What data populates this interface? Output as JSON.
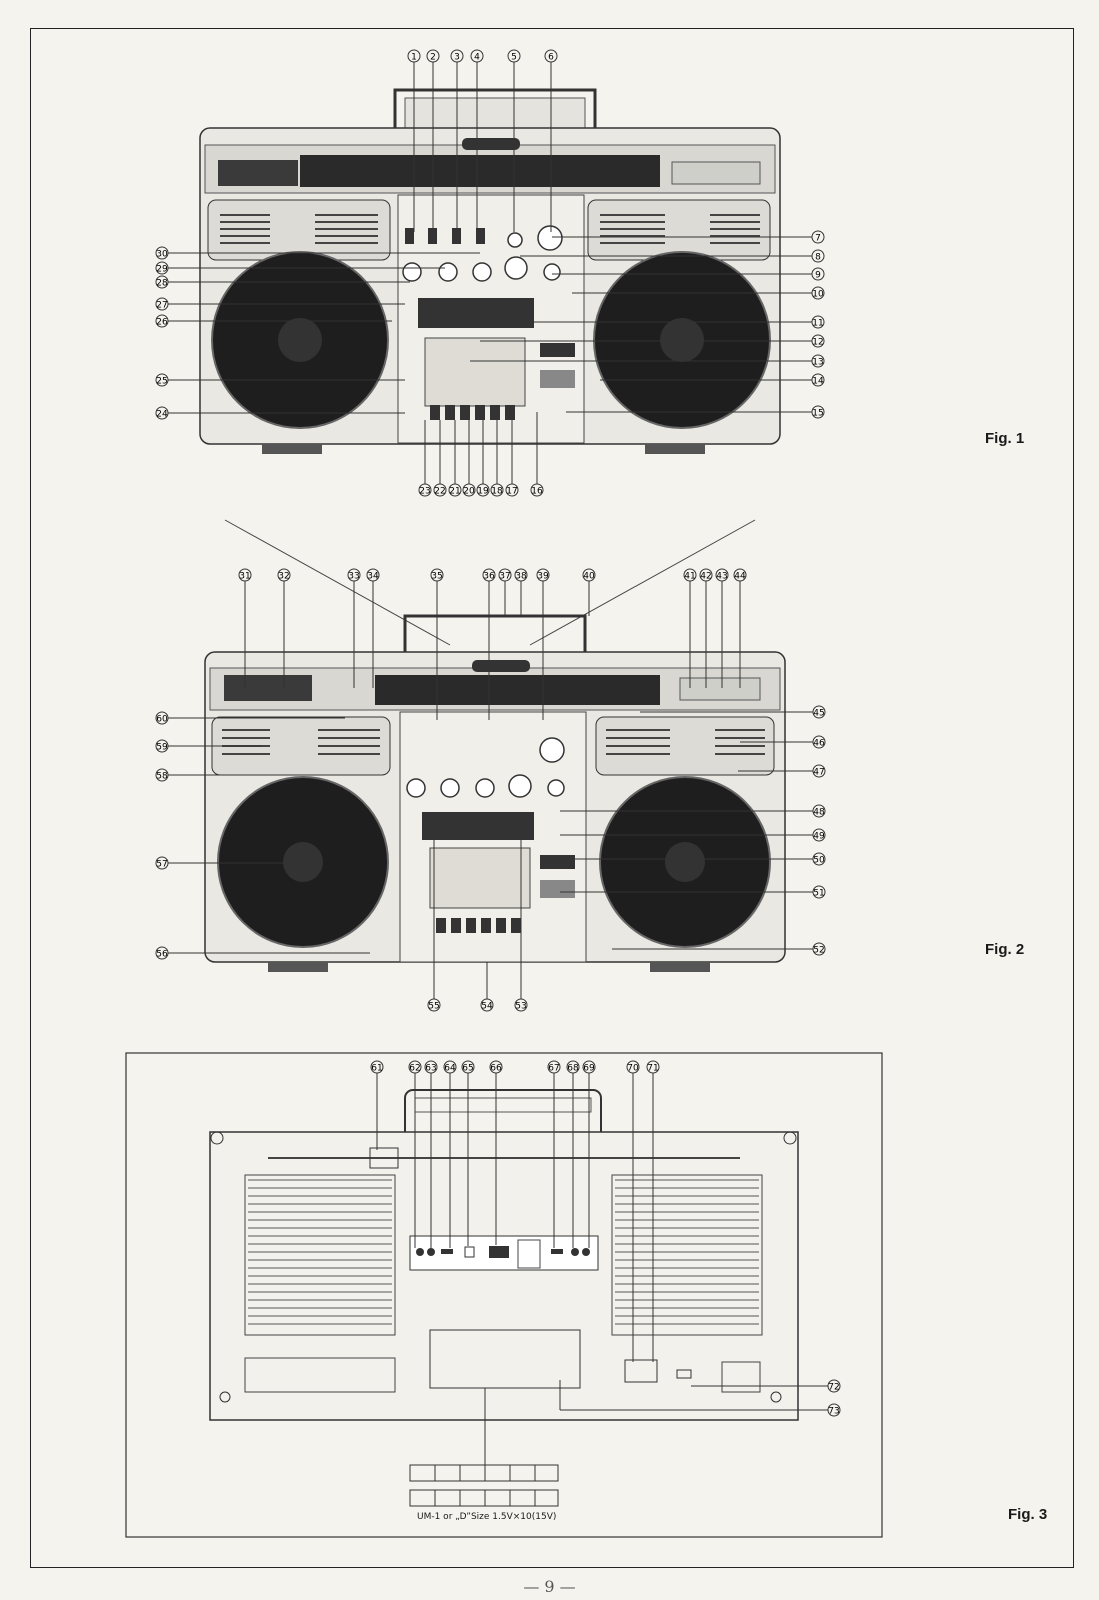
{
  "figures": [
    {
      "label": "Fig. 1",
      "callouts_top": [
        "1",
        "2",
        "3",
        "4",
        "5",
        "6"
      ],
      "callouts_left": [
        "30",
        "29",
        "28",
        "27",
        "26",
        "25",
        "24"
      ],
      "callouts_right": [
        "7",
        "8",
        "9",
        "10",
        "11",
        "12",
        "13",
        "14",
        "15"
      ],
      "callouts_bottom": [
        "23",
        "22",
        "21",
        "20",
        "19",
        "18",
        "17",
        "16"
      ]
    },
    {
      "label": "Fig. 2",
      "callouts_top": [
        "31",
        "32",
        "33",
        "34",
        "35",
        "36",
        "37",
        "38",
        "39",
        "40",
        "41",
        "42",
        "43",
        "44"
      ],
      "callouts_left": [
        "60",
        "59",
        "58",
        "57",
        "56"
      ],
      "callouts_right": [
        "45",
        "46",
        "47",
        "48",
        "49",
        "50",
        "51",
        "52"
      ],
      "callouts_bottom": [
        "55",
        "54",
        "53"
      ]
    },
    {
      "label": "Fig. 3",
      "callouts_top": [
        "61",
        "62",
        "63",
        "64",
        "65",
        "66",
        "67",
        "68",
        "69",
        "70",
        "71"
      ],
      "callouts_right": [
        "72",
        "73"
      ],
      "battery_caption": "UM-1 or „D”Size 1.5V×10(15V)"
    }
  ],
  "page_number": "— 9 —"
}
